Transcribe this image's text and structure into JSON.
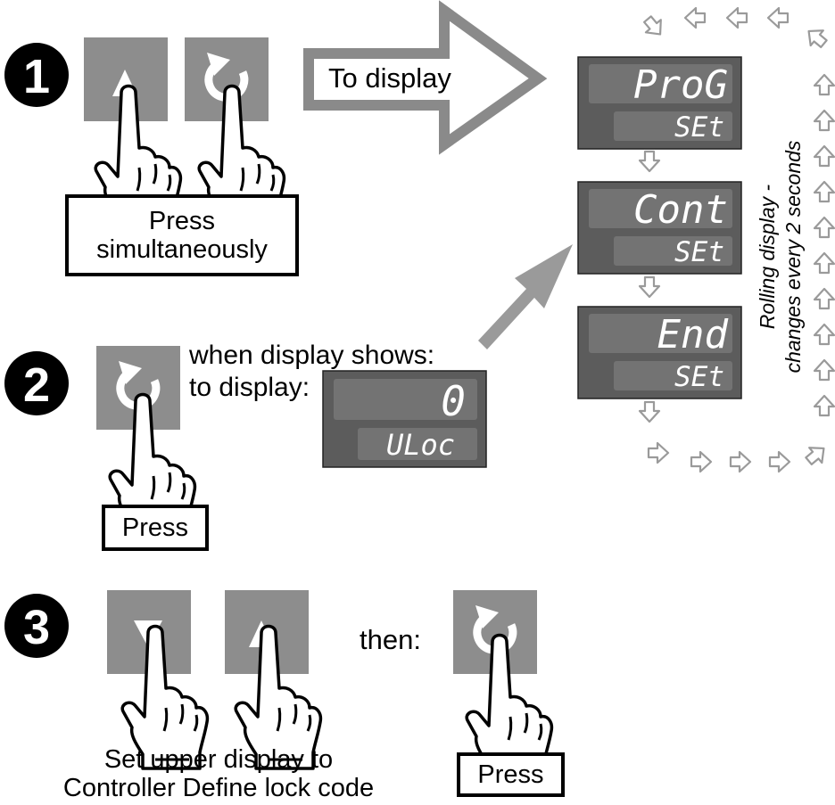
{
  "colors": {
    "button_gray": "#8d8d8d",
    "display_body": "#5c5c5c",
    "display_window": "#737373",
    "segment_text": "#ffffff",
    "arrow_outline": "#8a8a8a",
    "background": "#ffffff"
  },
  "steps": [
    {
      "number": "1",
      "buttons": [
        "up-arrow-button",
        "cycle-button"
      ],
      "instruction": "Press simultaneously",
      "arrow_label": "To display"
    },
    {
      "number": "2",
      "buttons": [
        "cycle-button"
      ],
      "instruction": "Press",
      "condition_line1": "when display shows:",
      "condition_line2": "to display:",
      "display": {
        "upper": "0",
        "lower": "ULoc"
      }
    },
    {
      "number": "3",
      "buttons": [
        "down-arrow-button",
        "up-arrow-button",
        "cycle-button"
      ],
      "then_label": "then:",
      "instruction_line1": "Set upper display to",
      "instruction_line2": "Controller Define lock code",
      "press_label": "Press"
    }
  ],
  "rolling_displays": [
    {
      "upper": "ProG",
      "lower": "SEt"
    },
    {
      "upper": "Cont",
      "lower": "SEt"
    },
    {
      "upper": "End",
      "lower": "SEt"
    }
  ],
  "rolling_note_line1": "Rolling display -",
  "rolling_note_line2": "changes every 2 seconds",
  "icons": [
    "step-number-badge",
    "hand-pointer-icon",
    "up-triangle-icon",
    "down-triangle-icon",
    "cycle-arrow-icon",
    "outline-arrow-icon"
  ]
}
